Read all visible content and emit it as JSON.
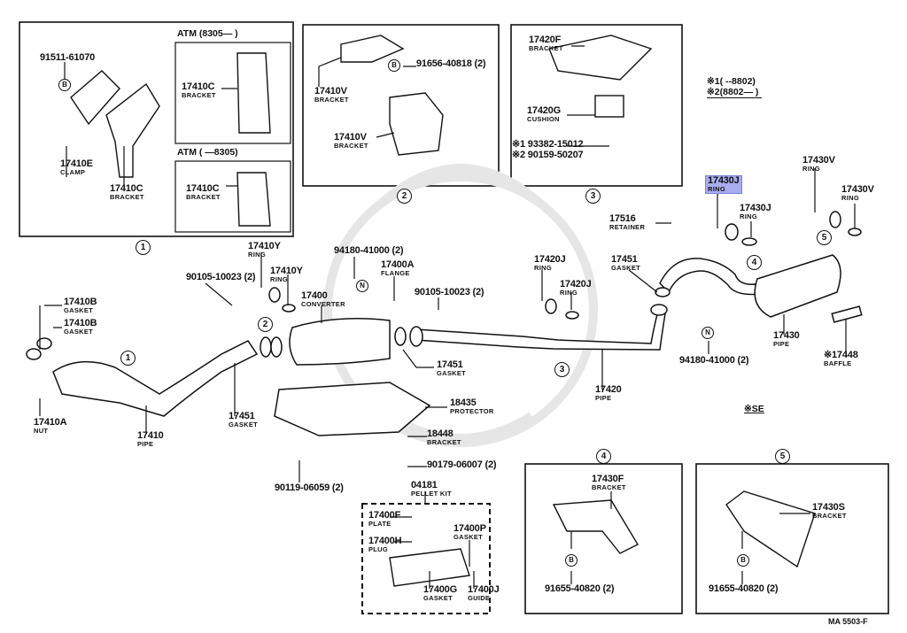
{
  "diagram": {
    "code": "MA 5503-F",
    "legend": [
      "※1(        --8802)",
      "※2(8802—        )"
    ],
    "se_note": "※SE",
    "atm_labels": [
      "ATM (8305—       )",
      "ATM (        —8305)"
    ],
    "highlight_color": "#a8acf0",
    "callouts": [
      {
        "part": "91511-61070",
        "name": ""
      },
      {
        "part": "17410E",
        "name": "CLAMP"
      },
      {
        "part": "17410C",
        "name": "BRACKET"
      },
      {
        "part": "17410C",
        "name": "BRACKET"
      },
      {
        "part": "17410C",
        "name": "BRACKET"
      },
      {
        "part": "17410V",
        "name": "BRACKET"
      },
      {
        "part": "91656-40818 (2)",
        "name": ""
      },
      {
        "part": "17410V",
        "name": "BRACKET"
      },
      {
        "part": "17420F",
        "name": "BRACKET"
      },
      {
        "part": "17420G",
        "name": "CUSHION"
      },
      {
        "part": "※1 93382-15012",
        "name": ""
      },
      {
        "part": "※2 90159-50207",
        "name": ""
      },
      {
        "part": "17430J",
        "name": "RING",
        "highlighted": true
      },
      {
        "part": "17430V",
        "name": "RING"
      },
      {
        "part": "17430V",
        "name": "RING"
      },
      {
        "part": "17430J",
        "name": "RING"
      },
      {
        "part": "17516",
        "name": "RETAINER"
      },
      {
        "part": "17451",
        "name": "GASKET"
      },
      {
        "part": "17420J",
        "name": "RING"
      },
      {
        "part": "17420J",
        "name": "RING"
      },
      {
        "part": "94180-41000 (2)",
        "name": ""
      },
      {
        "part": "17400A",
        "name": "FLANGE"
      },
      {
        "part": "90105-10023 (2)",
        "name": ""
      },
      {
        "part": "17400",
        "name": "CONVERTER"
      },
      {
        "part": "17410Y",
        "name": "RING"
      },
      {
        "part": "17410Y",
        "name": "RING"
      },
      {
        "part": "90105-10023 (2)",
        "name": ""
      },
      {
        "part": "17410B",
        "name": "GASKET"
      },
      {
        "part": "17410B",
        "name": "GASKET"
      },
      {
        "part": "17410A",
        "name": "NUT"
      },
      {
        "part": "17410",
        "name": "PIPE"
      },
      {
        "part": "17451",
        "name": "GASKET"
      },
      {
        "part": "17451",
        "name": "GASKET"
      },
      {
        "part": "17420",
        "name": "PIPE"
      },
      {
        "part": "94180-41000 (2)",
        "name": ""
      },
      {
        "part": "17430",
        "name": "PIPE"
      },
      {
        "part": "※17448",
        "name": "BAFFLE"
      },
      {
        "part": "18435",
        "name": "PROTECTOR"
      },
      {
        "part": "18448",
        "name": "BRACKET"
      },
      {
        "part": "90179-06007 (2)",
        "name": ""
      },
      {
        "part": "90119-06059 (2)",
        "name": ""
      },
      {
        "part": "04181",
        "name": "PELLET KIT"
      },
      {
        "part": "17400F",
        "name": "PLATE"
      },
      {
        "part": "17400P",
        "name": "GASKET"
      },
      {
        "part": "17400H",
        "name": "PLUG"
      },
      {
        "part": "17400G",
        "name": "GASKET"
      },
      {
        "part": "17400J",
        "name": "GUIDE"
      },
      {
        "part": "17430F",
        "name": "BRACKET"
      },
      {
        "part": "91655-40820 (2)",
        "name": ""
      },
      {
        "part": "17430S",
        "name": "BRACKET"
      },
      {
        "part": "91655-40820 (2)",
        "name": ""
      }
    ],
    "refs": [
      "1",
      "2",
      "3",
      "1",
      "2",
      "3",
      "4",
      "5",
      "4",
      "5"
    ],
    "markers": [
      "B",
      "B",
      "N",
      "N",
      "B",
      "B"
    ]
  }
}
